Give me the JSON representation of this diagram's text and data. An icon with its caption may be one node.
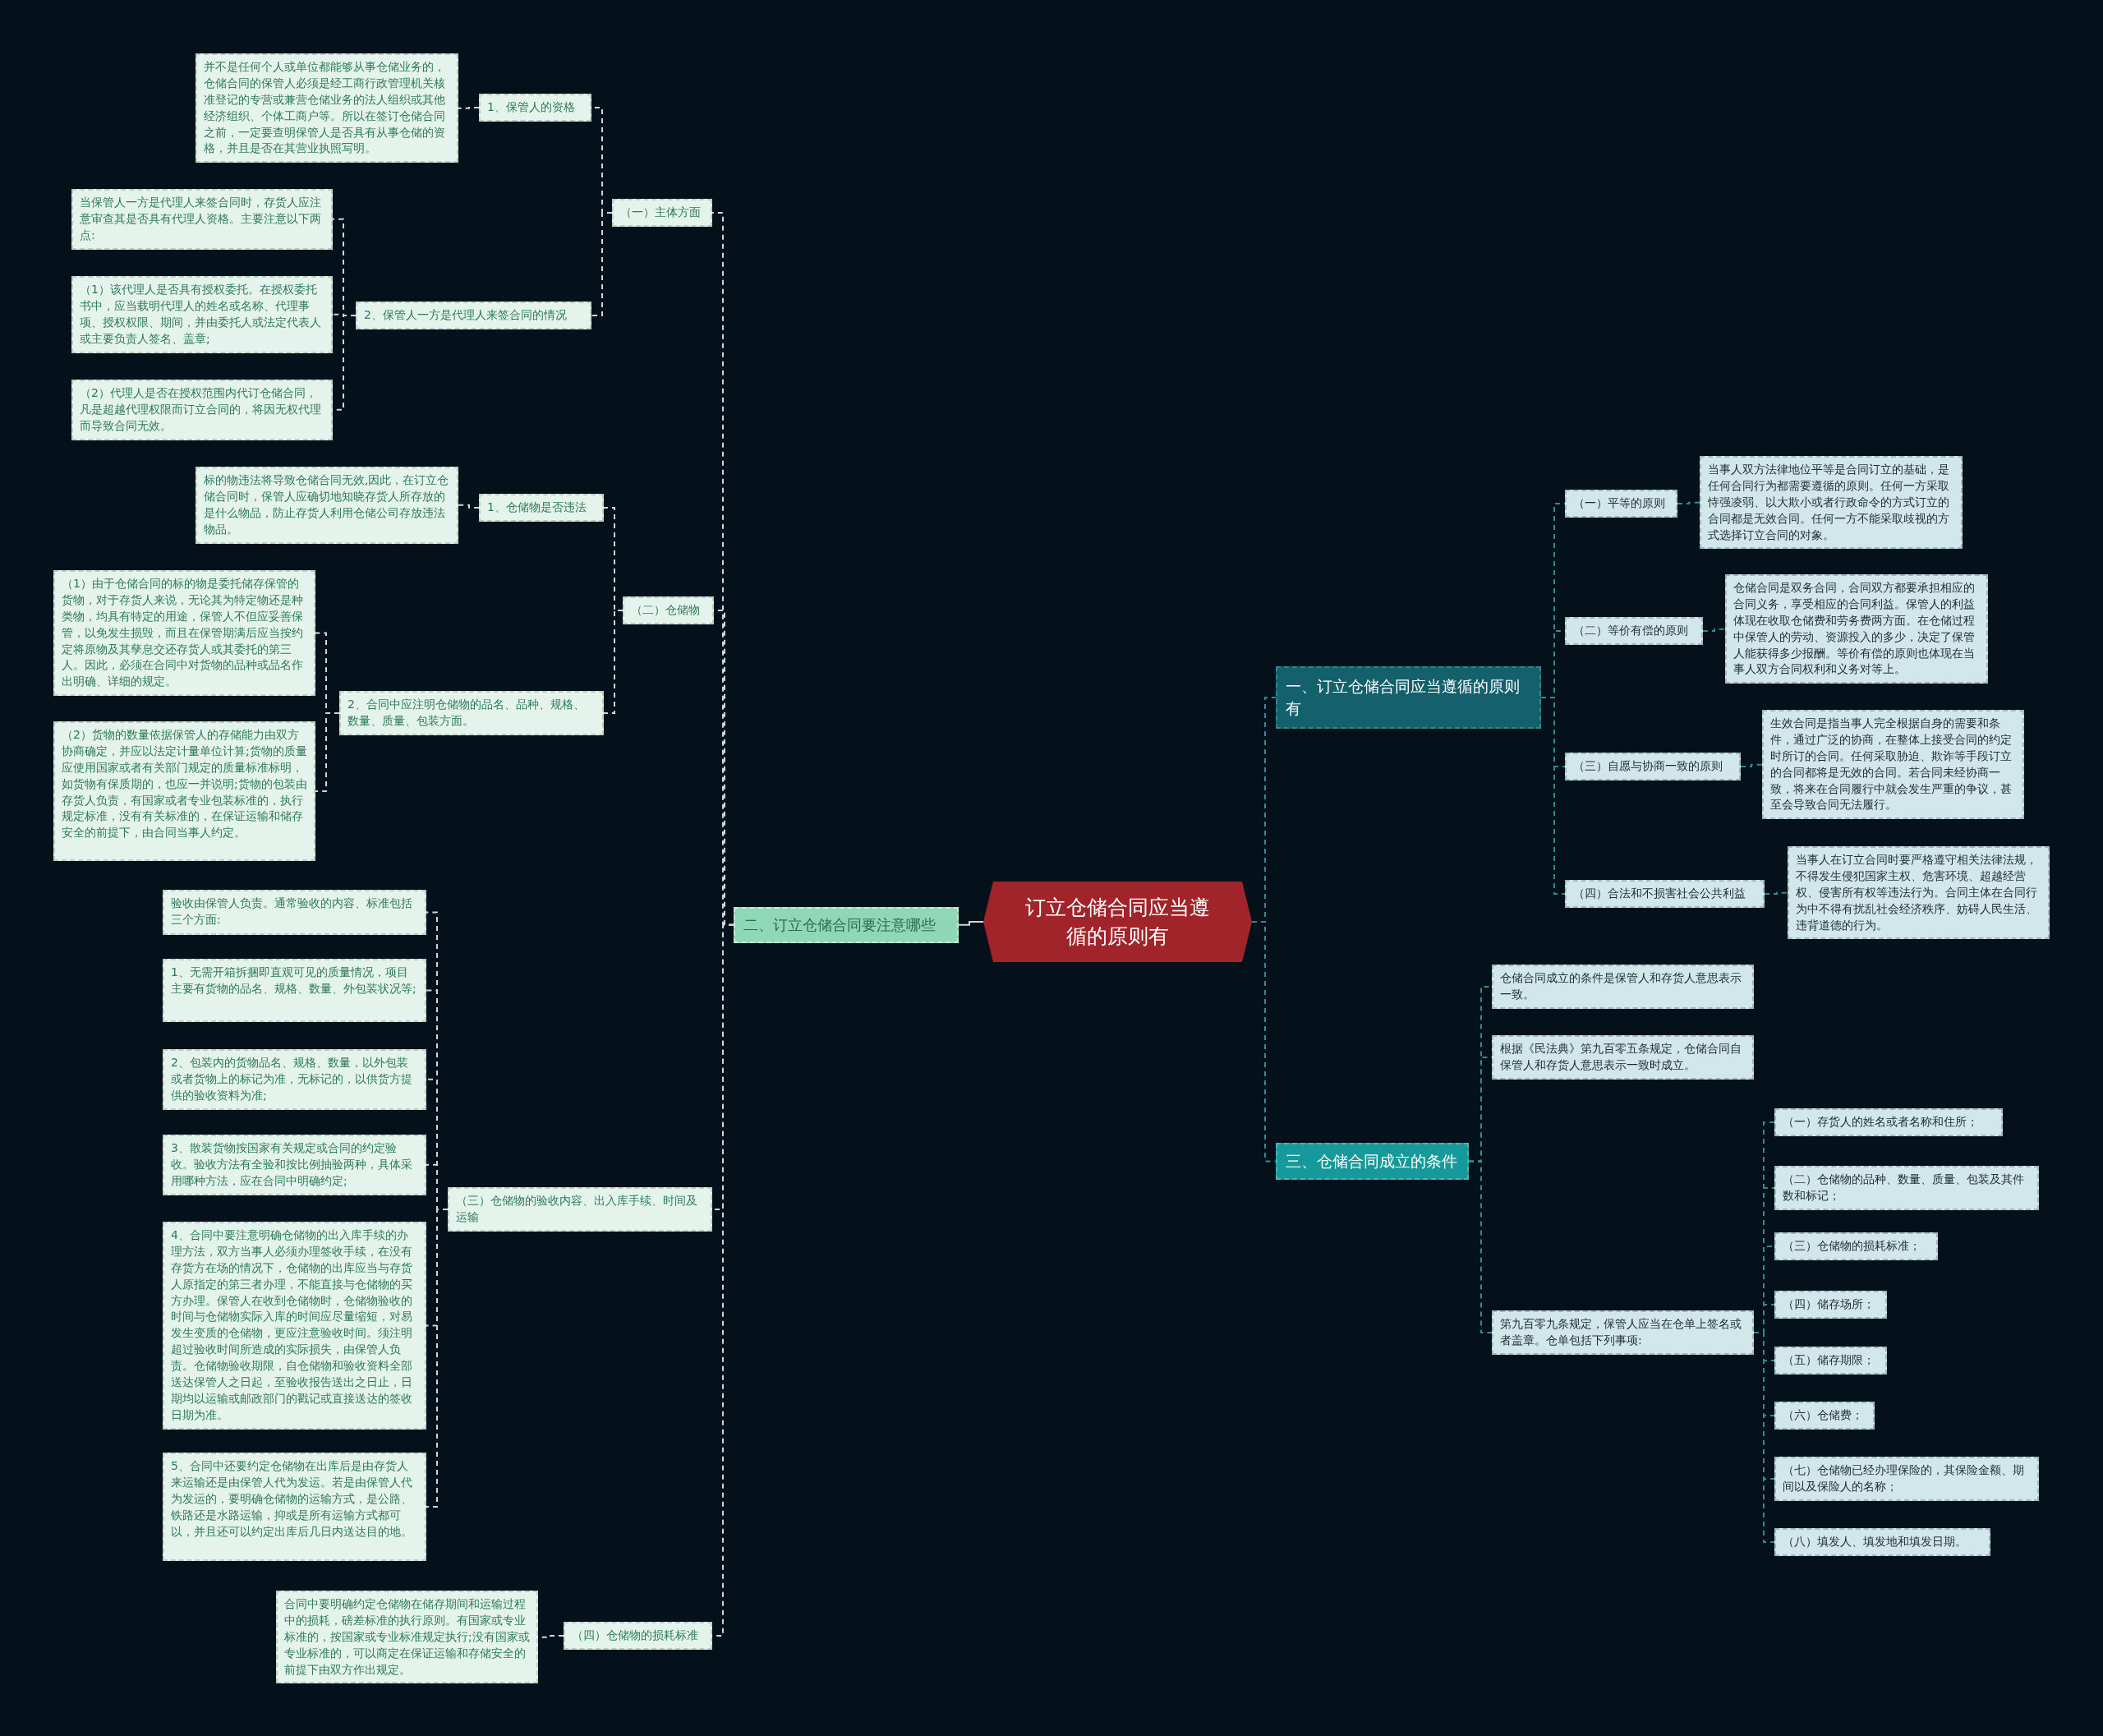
{
  "diagram": {
    "nodes": [
      {
        "text": [
          "订立仓储合同应当遵循的原则有"
        ]
      },
      {
        "text": [
          "二、订立仓储合同要注意哪些"
        ]
      },
      {
        "text": [
          "（一）主体方面"
        ]
      },
      {
        "text": [
          "1、保管人的资格"
        ]
      },
      {
        "text": [
          "并不是任何个人或单位都能够从事仓储业务的，仓储合同的保管人必须是经工商行政管理机关核准登记的专营或兼营仓储业务的法人组织或其他经济组织、个体工商户等。所以在签订仓储合同之前，一定要查明保管人是否具有从事仓储的资格，并且是否在其营业执照写明。"
        ]
      },
      {
        "text": [
          "2、保管人一方是代理人来签合同的情况"
        ]
      },
      {
        "text": [
          "当保管人一方是代理人来签合同时，存货人应注意审查其是否具有代理人资格。主要注意以下两点:"
        ]
      },
      {
        "text": [
          "（1）该代理人是否具有授权委托。在授权委托书中，应当载明代理人的姓名或名称、代理事项、授权权限、期间，并由委托人或法定代表人或主要负责人签名、盖章;"
        ]
      },
      {
        "text": [
          "（2）代理人是否在授权范围内代订仓储合同，凡是超越代理权限而订立合同的，将因无权代理而导致合同无效。"
        ]
      },
      {
        "text": [
          "（二）仓储物"
        ]
      },
      {
        "text": [
          "1、仓储物是否违法"
        ]
      },
      {
        "text": [
          "标的物违法将导致仓储合同无效,因此，在订立仓储合同时，保管人应确切地知晓存货人所存放的是什么物品，防止存货人利用仓储公司存放违法物品。"
        ]
      },
      {
        "text": [
          "2、合同中应注明仓储物的品名、品种、规格、数量、质量、包装方面。"
        ]
      },
      {
        "text": [
          "（1）由于仓储合同的标的物是委托储存保管的货物，对于存货人来说，无论其为特定物还是种类物，均具有特定的用途，保管人不但应妥善保管，以免发生损毁，而且在保管期满后应当按约定将原物及其孳息交还存货人或其委托的第三人。因此，必须在合同中对货物的品种或品名作出明确、详细的规定。"
        ]
      },
      {
        "text": [
          "（2）货物的数量依据保管人的存储能力由双方协商确定，并应以法定计量单位计算;货物的质量应使用国家或者有关部门规定的质量标准标明，如货物有保质期的，也应一并说明;货物的包装由存货人负责，有国家或者专业包装标准的，执行规定标准，没有有关标准的，在保证运输和储存安全的前提下，由合同当事人约定。"
        ]
      },
      {
        "text": [
          "（三）仓储物的验收内容、出入库手续、时间及运输"
        ]
      },
      {
        "text": [
          "验收由保管人负责。通常验收的内容、标准包括三个方面:"
        ]
      },
      {
        "text": [
          "1、无需开箱拆捆即直观可见的质量情况，项目主要有货物的品名、规格、数量、外包装状况等;"
        ]
      },
      {
        "text": [
          "2、包装内的货物品名、规格、数量，以外包装或者货物上的标记为准，无标记的，以供货方提供的验收资料为准;"
        ]
      },
      {
        "text": [
          "3、散装货物按国家有关规定或合同的约定验收。验收方法有全验和按比例抽验两种，具体采用哪种方法，应在合同中明确约定;"
        ]
      },
      {
        "text": [
          "4、合同中要注意明确仓储物的出入库手续的办理方法，双方当事人必须办理签收手续，在没有存货方在场的情况下，仓储物的出库应当与存货人原指定的第三者办理，不能直接与仓储物的买方办理。保管人在收到仓储物时，仓储物验收的时间与仓储物实际入库的时间应尽量缩短，对易发生变质的仓储物，更应注意验收时间。须注明超过验收时间所造成的实际损失，由保管人负责。仓储物验收期限，自仓储物和验收资料全部送达保管人之日起，至验收报告送出之日止，日期均以运输或邮政部门的戳记或直接送达的签收日期为准。"
        ]
      },
      {
        "text": [
          "5、合同中还要约定仓储物在出库后是由存货人来运输还是由保管人代为发运。若是由保管人代为发运的，要明确仓储物的运输方式，是公路、铁路还是水路运输，抑或是所有运输方式都可以，并且还可以约定出库后几日内送达目的地。"
        ]
      },
      {
        "text": [
          "（四）仓储物的损耗标准"
        ]
      },
      {
        "text": [
          "合同中要明确约定仓储物在储存期间和运输过程中的损耗，磅差标准的执行原则。有国家或专业标准的，按国家或专业标准规定执行;没有国家或专业标准的，可以商定在保证运输和存储安全的前提下由双方作出规定。"
        ]
      },
      {
        "text": [
          "一、订立仓储合同应当遵循的原则有"
        ]
      },
      {
        "text": [
          "（一）平等的原则"
        ]
      },
      {
        "text": [
          "当事人双方法律地位平等是合同订立的基础，是任何合同行为都需要遵循的原则。任何一方采取恃强凌弱、以大欺小或者行政命令的方式订立的合同都是无效合同。任何一方不能采取歧视的方式选择订立合同的对象。"
        ]
      },
      {
        "text": [
          "（二）等价有偿的原则"
        ]
      },
      {
        "text": [
          "仓储合同是双务合同，合同双方都要承担相应的合同义务，享受相应的合同利益。保管人的利益体现在收取仓储费和劳务费两方面。在仓储过程中保管人的劳动、资源投入的多少，决定了保管人能获得多少报酬。等价有偿的原则也体现在当事人双方合同权利和义务对等上。"
        ]
      },
      {
        "text": [
          "（三）自愿与协商一致的原则"
        ]
      },
      {
        "text": [
          "生效合同是指当事人完全根据自身的需要和条件，通过广泛的协商，在整体上接受合同的约定时所订的合同。任何采取胁迫、欺诈等手段订立的合同都将是无效的合同。若合同未经协商一致，将来在合同履行中就会发生严重的争议，甚至会导致合同无法履行。"
        ]
      },
      {
        "text": [
          "（四）合法和不损害社会公共利益"
        ]
      },
      {
        "text": [
          "当事人在订立合同时要严格遵守相关法律法规，不得发生侵犯国家主权、危害环境、超越经营权、侵害所有权等违法行为。合同主体在合同行为中不得有扰乱社会经济秩序、妨碍人民生活、违背道德的行为。"
        ]
      },
      {
        "text": [
          "三、仓储合同成立的条件"
        ]
      },
      {
        "text": [
          "仓储合同成立的条件是保管人和存货人意思表示一致。"
        ]
      },
      {
        "text": [
          "根据《民法典》第九百零五条规定，仓储合同自保管人和存货人意思表示一致时成立。"
        ]
      },
      {
        "text": [
          "第九百零九条规定，保管人应当在仓单上签名或者盖章。仓单包括下列事项:"
        ]
      },
      {
        "text": [
          "（一）存货人的姓名或者名称和住所；"
        ]
      },
      {
        "text": [
          "（二）仓储物的品种、数量、质量、包装及其件数和标记；"
        ]
      },
      {
        "text": [
          "（三）仓储物的损耗标准；"
        ]
      },
      {
        "text": [
          "（四）储存场所；"
        ]
      },
      {
        "text": [
          "（五）储存期限；"
        ]
      },
      {
        "text": [
          "（六）仓储费；"
        ]
      },
      {
        "text": [
          "（七）仓储物已经办理保险的，其保险金额、期间以及保险人的名称；"
        ]
      },
      {
        "text": [
          "（八）填发人、填发地和填发日期。"
        ]
      }
    ],
    "edges": [
      {
        "from": 0,
        "to": 1,
        "arrow": "none"
      },
      {
        "from": 1,
        "to": 2,
        "arrow": "none",
        "style": "dashed"
      },
      {
        "from": 2,
        "to": 3,
        "arrow": "none",
        "style": "dashed"
      },
      {
        "from": 3,
        "to": 4,
        "arrow": "none",
        "style": "dashed"
      },
      {
        "from": 2,
        "to": 5,
        "arrow": "none",
        "style": "dashed"
      },
      {
        "from": 5,
        "to": 6,
        "arrow": "none",
        "style": "dashed"
      },
      {
        "from": 5,
        "to": 7,
        "arrow": "none",
        "style": "dashed"
      },
      {
        "from": 5,
        "to": 8,
        "arrow": "none",
        "style": "dashed"
      },
      {
        "from": 1,
        "to": 9,
        "arrow": "none",
        "style": "dashed"
      },
      {
        "from": 9,
        "to": 10,
        "arrow": "none",
        "style": "dashed"
      },
      {
        "from": 10,
        "to": 11,
        "arrow": "none",
        "style": "dashed"
      },
      {
        "from": 9,
        "to": 12,
        "arrow": "none",
        "style": "dashed"
      },
      {
        "from": 12,
        "to": 13,
        "arrow": "none",
        "style": "dashed"
      },
      {
        "from": 12,
        "to": 14,
        "arrow": "none",
        "style": "dashed"
      },
      {
        "from": 1,
        "to": 15,
        "arrow": "none",
        "style": "dashed"
      },
      {
        "from": 15,
        "to": 16,
        "arrow": "none",
        "style": "dashed"
      },
      {
        "from": 15,
        "to": 17,
        "arrow": "none",
        "style": "dashed"
      },
      {
        "from": 15,
        "to": 18,
        "arrow": "none",
        "style": "dashed"
      },
      {
        "from": 15,
        "to": 19,
        "arrow": "none",
        "style": "dashed"
      },
      {
        "from": 15,
        "to": 20,
        "arrow": "none",
        "style": "dashed"
      },
      {
        "from": 15,
        "to": 21,
        "arrow": "none",
        "style": "dashed"
      },
      {
        "from": 1,
        "to": 22,
        "arrow": "none",
        "style": "dashed"
      },
      {
        "from": 22,
        "to": 23,
        "arrow": "none",
        "style": "dashed"
      },
      {
        "from": 0,
        "to": 24,
        "arrow": "none",
        "style": "dashed",
        "color": "#2a8d99"
      },
      {
        "from": 24,
        "to": 25,
        "arrow": "none",
        "style": "dashed",
        "color": "#2a8d99"
      },
      {
        "from": 25,
        "to": 26,
        "arrow": "none",
        "style": "dashed",
        "color": "#2a8d99"
      },
      {
        "from": 24,
        "to": 27,
        "arrow": "none",
        "style": "dashed",
        "color": "#2a8d99"
      },
      {
        "from": 27,
        "to": 28,
        "arrow": "none",
        "style": "dashed",
        "color": "#2a8d99"
      },
      {
        "from": 24,
        "to": 29,
        "arrow": "none",
        "style": "dashed",
        "color": "#2a8d99"
      },
      {
        "from": 29,
        "to": 30,
        "arrow": "none",
        "style": "dashed",
        "color": "#2a8d99"
      },
      {
        "from": 24,
        "to": 31,
        "arrow": "none",
        "style": "dashed",
        "color": "#2a8d99"
      },
      {
        "from": 31,
        "to": 32,
        "arrow": "none",
        "style": "dashed",
        "color": "#2a8d99"
      },
      {
        "from": 0,
        "to": 33,
        "arrow": "none",
        "style": "dashed",
        "color": "#2a8d99"
      },
      {
        "from": 33,
        "to": 34,
        "arrow": "none",
        "style": "dashed",
        "color": "#2a8d99"
      },
      {
        "from": 33,
        "to": 35,
        "arrow": "none",
        "style": "dashed",
        "color": "#2a8d99"
      },
      {
        "from": 33,
        "to": 36,
        "arrow": "none",
        "style": "dashed",
        "color": "#2a8d99"
      },
      {
        "from": 36,
        "to": 37,
        "arrow": "none",
        "style": "dashed",
        "color": "#2a8d99"
      },
      {
        "from": 36,
        "to": 38,
        "arrow": "none",
        "style": "dashed",
        "color": "#2a8d99"
      },
      {
        "from": 36,
        "to": 39,
        "arrow": "none",
        "style": "dashed",
        "color": "#2a8d99"
      },
      {
        "from": 36,
        "to": 40,
        "arrow": "none",
        "style": "dashed",
        "color": "#2a8d99"
      },
      {
        "from": 36,
        "to": 41,
        "arrow": "none",
        "style": "dashed",
        "color": "#2a8d99"
      },
      {
        "from": 36,
        "to": 42,
        "arrow": "none",
        "style": "dashed",
        "color": "#2a8d99"
      },
      {
        "from": 36,
        "to": 43,
        "arrow": "none",
        "style": "dashed",
        "color": "#2a8d99"
      },
      {
        "from": 36,
        "to": 44,
        "arrow": "none",
        "style": "dashed",
        "color": "#2a8d99"
      }
    ]
  }
}
